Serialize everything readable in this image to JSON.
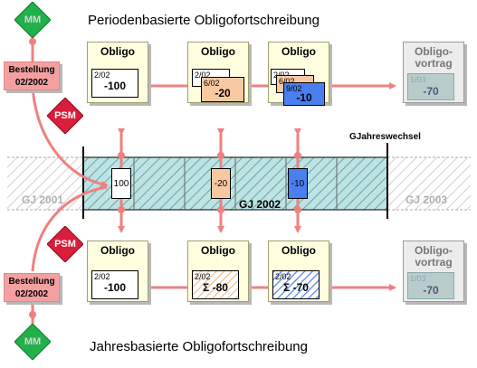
{
  "titles": {
    "top": "Periodenbasierte Obligofortschreibung",
    "bottom": "Jahresbasierte Obligofortschreibung"
  },
  "top_boxes": [
    {
      "header": "Obligo",
      "date": "2/02",
      "value": "-100"
    },
    {
      "header": "Obligo",
      "date_back": "2/02",
      "date": "6/02",
      "value": "-20"
    },
    {
      "header": "Obligo",
      "date_back": "2/02",
      "date_mid": "6/02",
      "date": "9/02",
      "value": "-10"
    }
  ],
  "top_vortrag": {
    "header": "Obligo-\nvortrag",
    "date": "1/03",
    "value": "-70"
  },
  "bottom_boxes": [
    {
      "header": "Obligo",
      "date": "2/02",
      "value": "-100"
    },
    {
      "header": "Obligo",
      "date": "2/02",
      "value": "Σ -80"
    },
    {
      "header": "Obligo",
      "date": "2/02",
      "value": "Σ -70"
    }
  ],
  "bottom_vortrag": {
    "header": "Obligo-\nvortrag",
    "date": "1/03",
    "value": "-70"
  },
  "timeline": {
    "gj_prev": "GJ 2001",
    "gj_curr": "GJ 2002",
    "gj_next": "GJ 2003",
    "year_change": "GJahreswechsel",
    "cells": [
      "100",
      "-20",
      "-10"
    ]
  },
  "badges": {
    "mm": "MM",
    "psm": "PSM",
    "order_top": "Bestellung\n02/2002",
    "order_bottom": "Bestellung\n02/2002"
  },
  "colors": {
    "arrow": "#f08080",
    "mm_green": "#22b04a",
    "psm_red": "#d81e3c",
    "box_fill": "#ffffe0",
    "orange_card": "#f8c8a0",
    "blue_card": "#4a7ff0",
    "teal_band": "#a8d8d8"
  }
}
